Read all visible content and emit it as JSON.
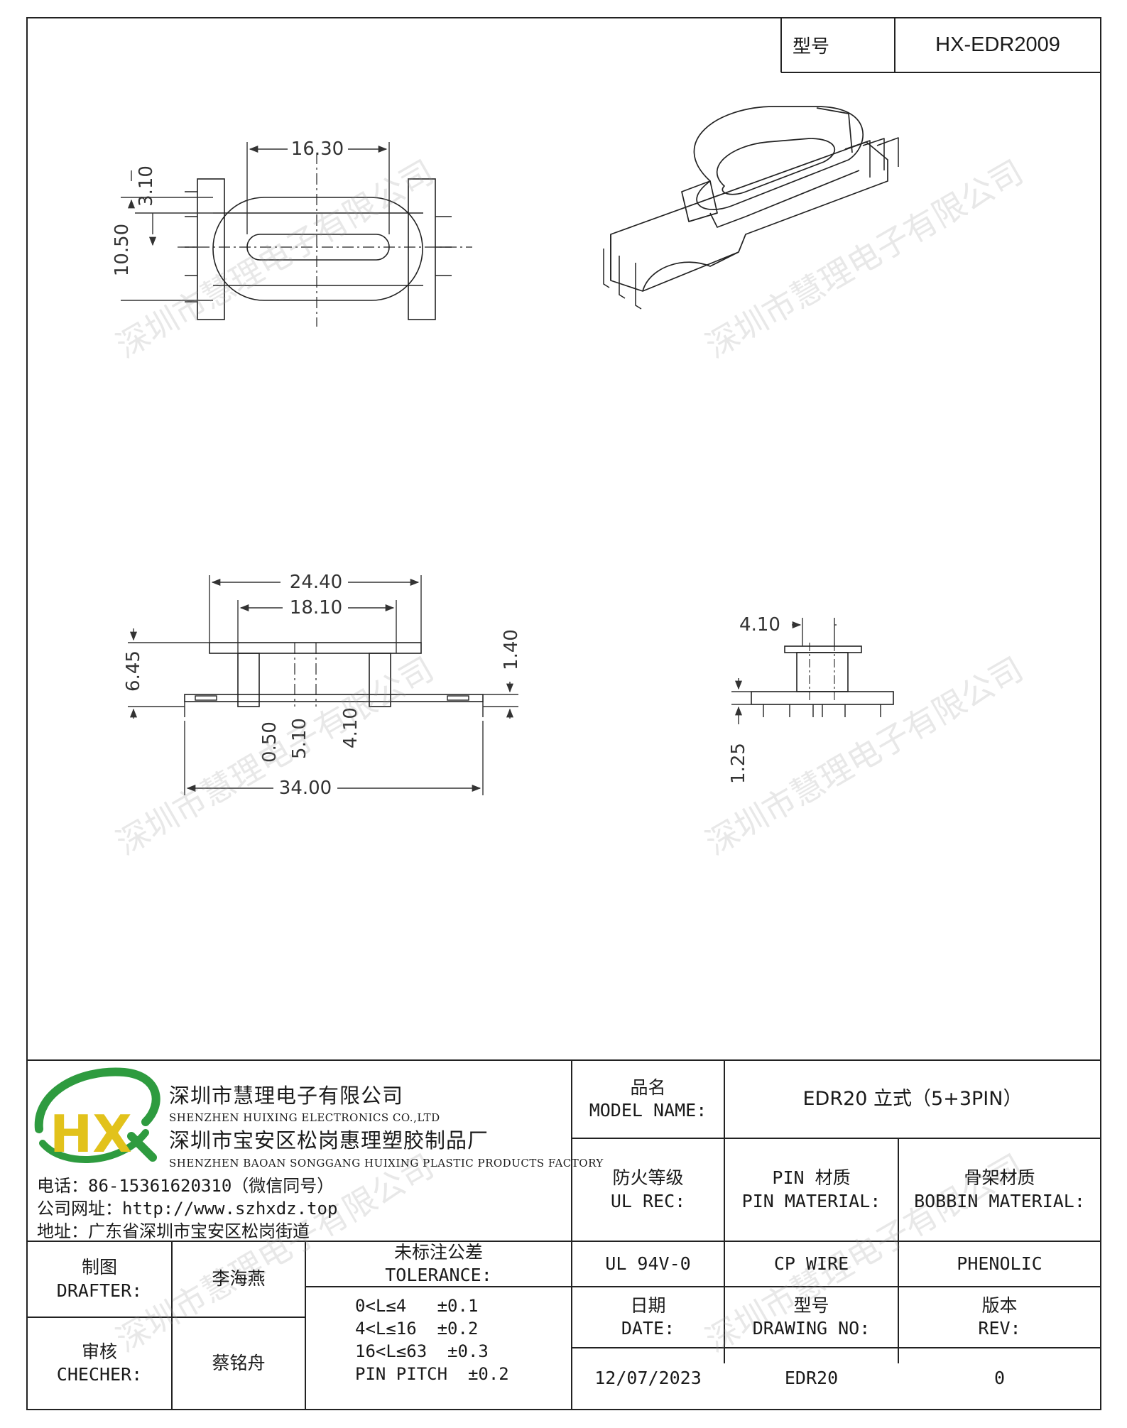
{
  "header": {
    "label": "型号",
    "value": "HX-EDR2009"
  },
  "dimensions": {
    "top_left": [
      "16.30",
      "3.10",
      "10.50"
    ],
    "side": [
      "24.40",
      "18.10",
      "6.45",
      "1.40",
      "0.50",
      "5.10",
      "4.10",
      "34.00"
    ],
    "end": [
      "4.10",
      "1.25"
    ]
  },
  "watermark": "深圳市慧理电子有限公司",
  "company": {
    "logo_text": "HX",
    "name_cn": "深圳市慧理电子有限公司",
    "name_en": "SHENZHEN HUIXING ELECTRONICS CO.,LTD",
    "factory_cn": "深圳市宝安区松岗惠理塑胶制品厂",
    "factory_en": "SHENZHEN BAOAN SONGGANG HUIXING PLASTIC PRODUCTS FACTORY",
    "phone": "电话：86-15361620310（微信同号）",
    "website": "公司网址：http://www.szhxdz.top",
    "address": "地址：广东省深圳市宝安区松岗街道"
  },
  "titleblock": {
    "model_name_label_cn": "品名",
    "model_name_label_en": "MODEL NAME:",
    "model_name_value": "EDR20 立式（5+3PIN）",
    "ul_label_cn": "防火等级",
    "ul_label_en": "UL REC:",
    "pin_mat_label_cn": "PIN 材质",
    "pin_mat_label_en": "PIN MATERIAL:",
    "bobbin_mat_label_cn": "骨架材质",
    "bobbin_mat_label_en": "BOBBIN MATERIAL:",
    "ul_value": "UL 94V-0",
    "pin_mat_value": "CP WIRE",
    "bobbin_mat_value": "PHENOLIC",
    "drafter_label_cn": "制图",
    "drafter_label_en": "DRAFTER:",
    "drafter_value": "李海燕",
    "checker_label_cn": "审核",
    "checker_label_en": "CHECHER:",
    "checker_value": "蔡铭舟",
    "tolerance_label_cn": "未标注公差",
    "tolerance_label_en": "TOLERANCE:",
    "tolerance_lines": [
      "0<L≤4   ±0.1",
      "4<L≤16  ±0.2",
      "16<L≤63  ±0.3",
      "PIN PITCH  ±0.2"
    ],
    "date_label_cn": "日期",
    "date_label_en": "DATE:",
    "drawing_no_label_cn": "型号",
    "drawing_no_label_en": "DRAWING NO:",
    "rev_label_cn": "版本",
    "rev_label_en": "REV:",
    "date_value": "12/07/2023",
    "drawing_no_value": "EDR20",
    "rev_value": "0"
  },
  "colors": {
    "line": "#222222",
    "dim": "#333333",
    "logo_green": "#2e9b3f",
    "logo_yellow": "#e2c21b"
  }
}
